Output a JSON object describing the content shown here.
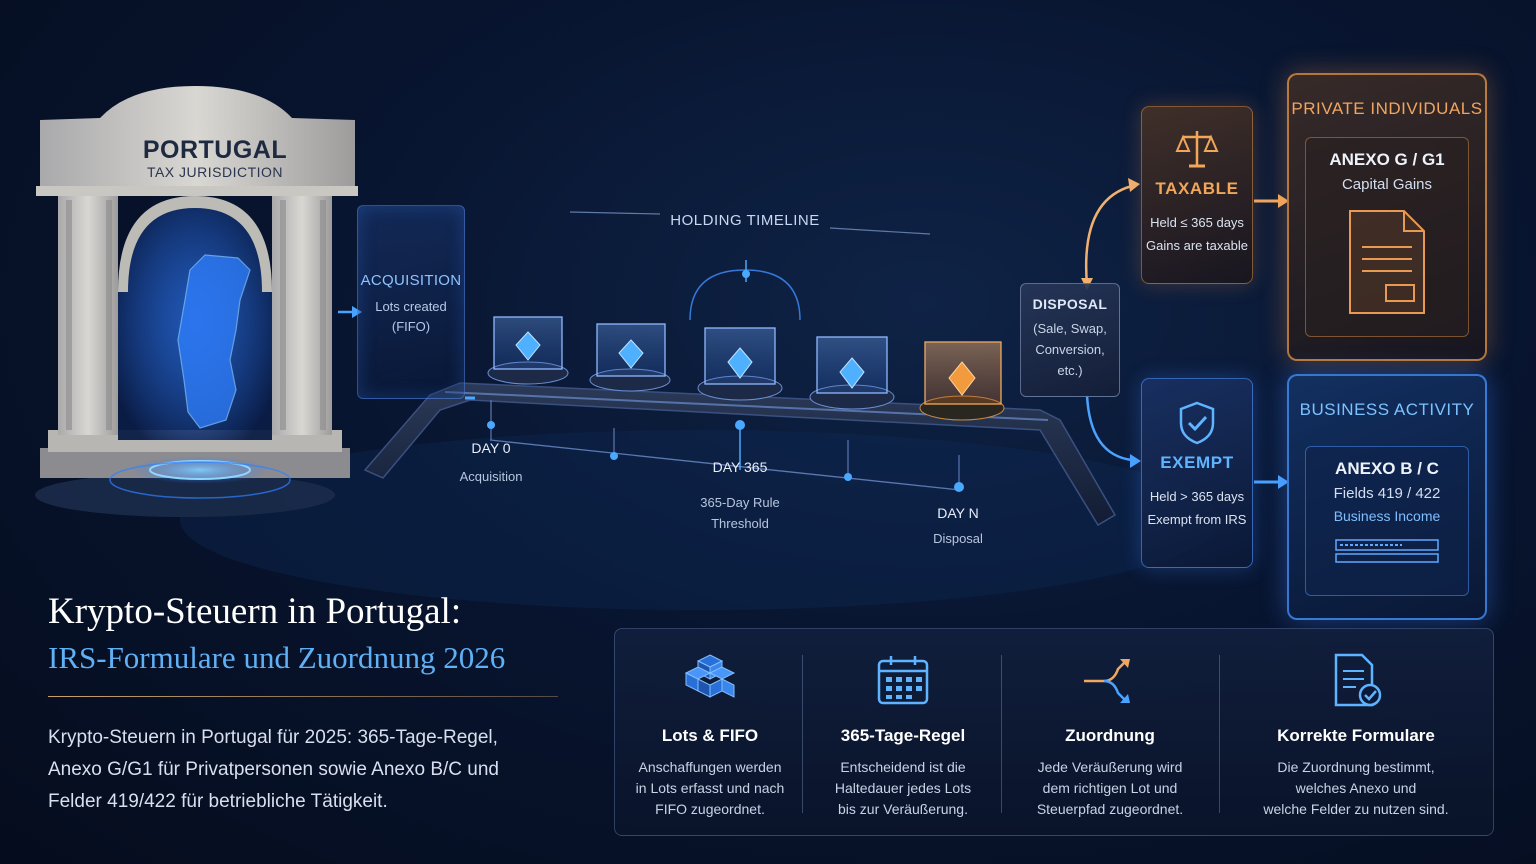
{
  "arch": {
    "title": "PORTUGAL",
    "subtitle": "TAX JURISDICTION"
  },
  "acquisition": {
    "title": "ACQUISITION",
    "line1": "Lots created",
    "line2": "(FIFO)"
  },
  "timeline": {
    "title": "HOLDING TIMELINE",
    "day0": {
      "label": "DAY 0",
      "sub": "Acquisition"
    },
    "day365": {
      "label": "DAY 365",
      "sub1": "365-Day Rule",
      "sub2": "Threshold"
    },
    "dayN": {
      "label": "DAY N",
      "sub": "Disposal"
    }
  },
  "disposal": {
    "title": "DISPOSAL",
    "line1": "(Sale, Swap,",
    "line2": "Conversion,",
    "line3": "etc.)"
  },
  "taxable": {
    "title": "TAXABLE",
    "line1": "Held ≤ 365 days",
    "line2": "Gains are taxable"
  },
  "exempt": {
    "title": "EXEMPT",
    "line1": "Held > 365 days",
    "line2": "Exempt from IRS"
  },
  "private": {
    "title": "PRIVATE INDIVIDUALS",
    "form": "ANEXO G / G1",
    "desc": "Capital Gains"
  },
  "business": {
    "title": "BUSINESS ACTIVITY",
    "form": "ANEXO B / C",
    "fields": "Fields 419 / 422",
    "desc": "Business Income"
  },
  "headline": {
    "line1": "Krypto-Steuern in Portugal:",
    "line2": "IRS-Formulare und Zuordnung 2026",
    "description": "Krypto-Steuern in Portugal für 2025: 365-Tage-Regel, Anexo G/G1 für Privatpersonen sowie Anexo B/C und Felder 419/422 für betriebliche Tätigkeit."
  },
  "features": [
    {
      "title": "Lots & FIFO",
      "l1": "Anschaffungen werden",
      "l2": "in Lots erfasst und nach",
      "l3": "FIFO zugeordnet."
    },
    {
      "title": "365-Tage-Regel",
      "l1": "Entscheidend ist die",
      "l2": "Haltedauer jedes Lots",
      "l3": "bis zur Veräußerung."
    },
    {
      "title": "Zuordnung",
      "l1": "Jede Veräußerung wird",
      "l2": "dem richtigen Lot und",
      "l3": "Steuerpfad zugeordnet."
    },
    {
      "title": "Korrekte Formulare",
      "l1": "Die Zuordnung bestimmt,",
      "l2": "welches Anexo und",
      "l3": "welche Felder zu nutzen sind."
    }
  ],
  "icons": [
    "scales-icon",
    "shield-check-icon",
    "document-icon",
    "form-icon",
    "cubes-icon",
    "calendar-icon",
    "split-arrow-icon",
    "document-check-icon"
  ],
  "colors": {
    "orange": "#f2a560",
    "blue": "#5fb4ff",
    "background": "#081530"
  }
}
